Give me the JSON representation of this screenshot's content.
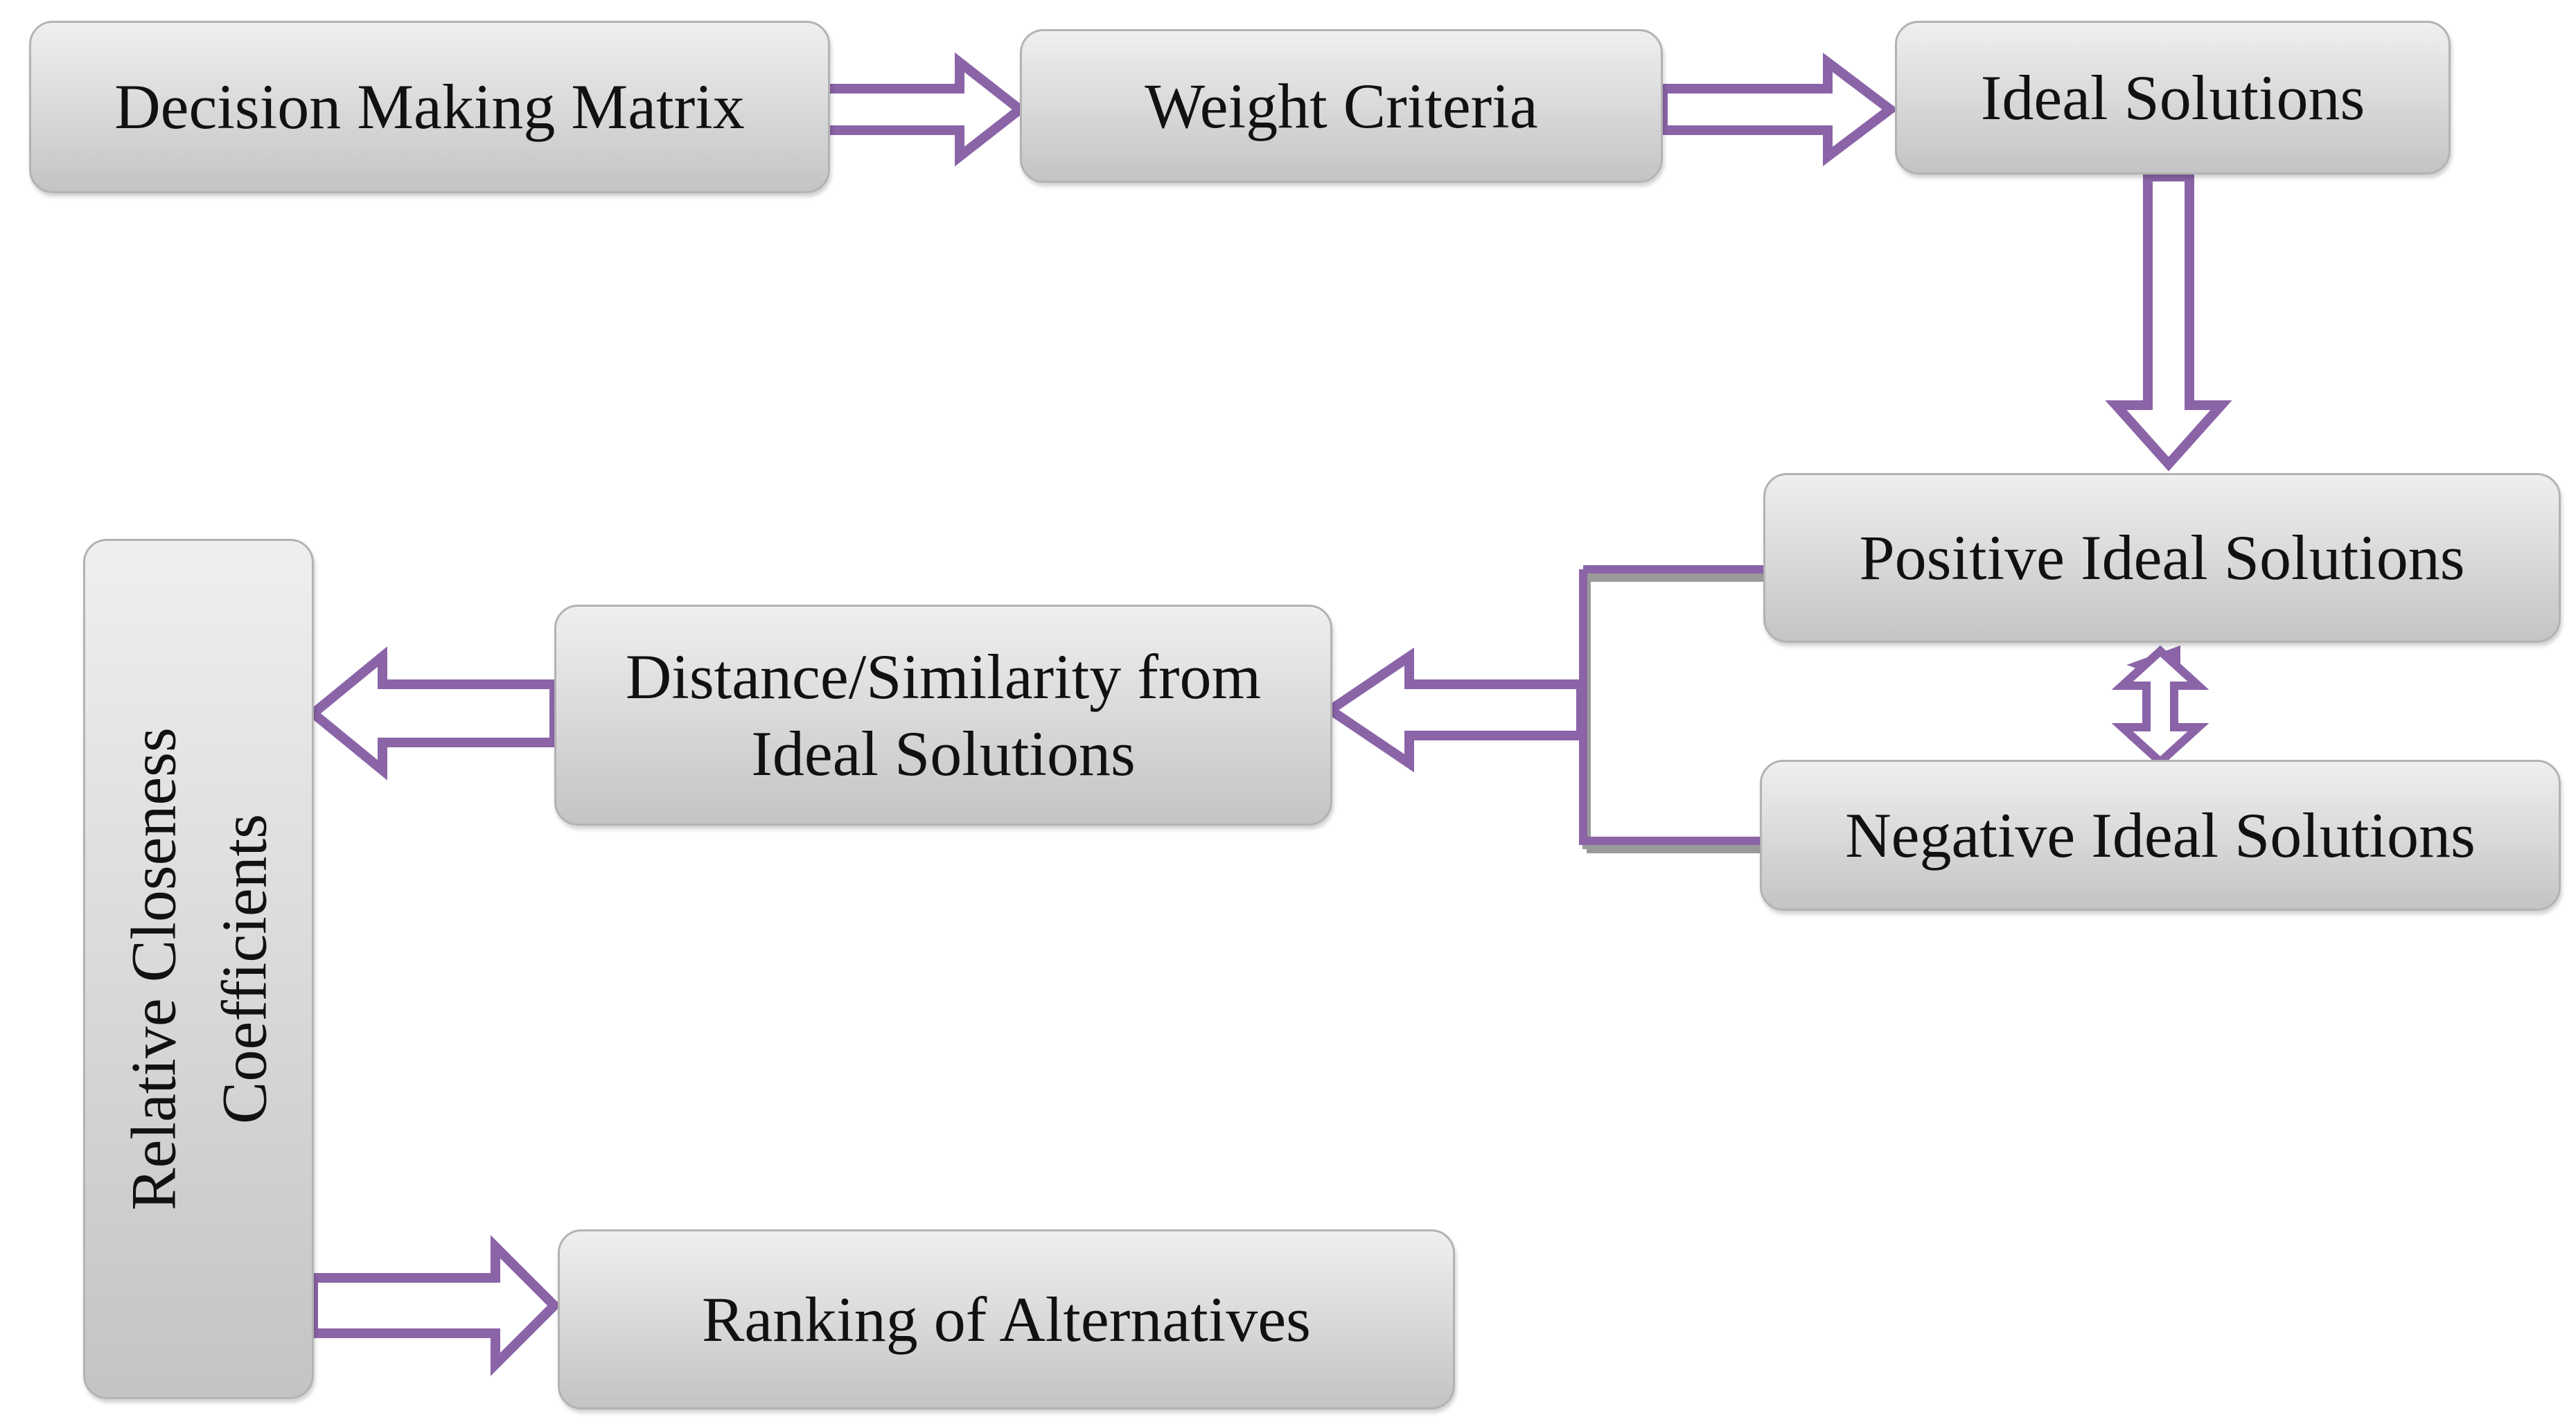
{
  "diagram": {
    "nodes": {
      "decision_matrix": "Decision Making Matrix",
      "weight_criteria": "Weight Criteria",
      "ideal_solutions": "Ideal Solutions",
      "positive_ideal": "Positive Ideal Solutions",
      "negative_ideal": "Negative Ideal Solutions",
      "distance_line1": "Distance/Similarity  from",
      "distance_line2": "Ideal Solutions",
      "relative_line1": "Relative Closeness",
      "relative_line2": "Coefficients",
      "ranking": "Ranking of Alternatives"
    },
    "colors": {
      "arrow_outline": "#8b64a8",
      "arrow_fill": "#ffffff",
      "connector": "#8b64a8",
      "connector_shadow": "#9a9a9a",
      "box_border": "#b3b3b3",
      "box_gradient_top": "#efefef",
      "box_gradient_bottom": "#c4c4c4",
      "text": "#111111"
    }
  }
}
